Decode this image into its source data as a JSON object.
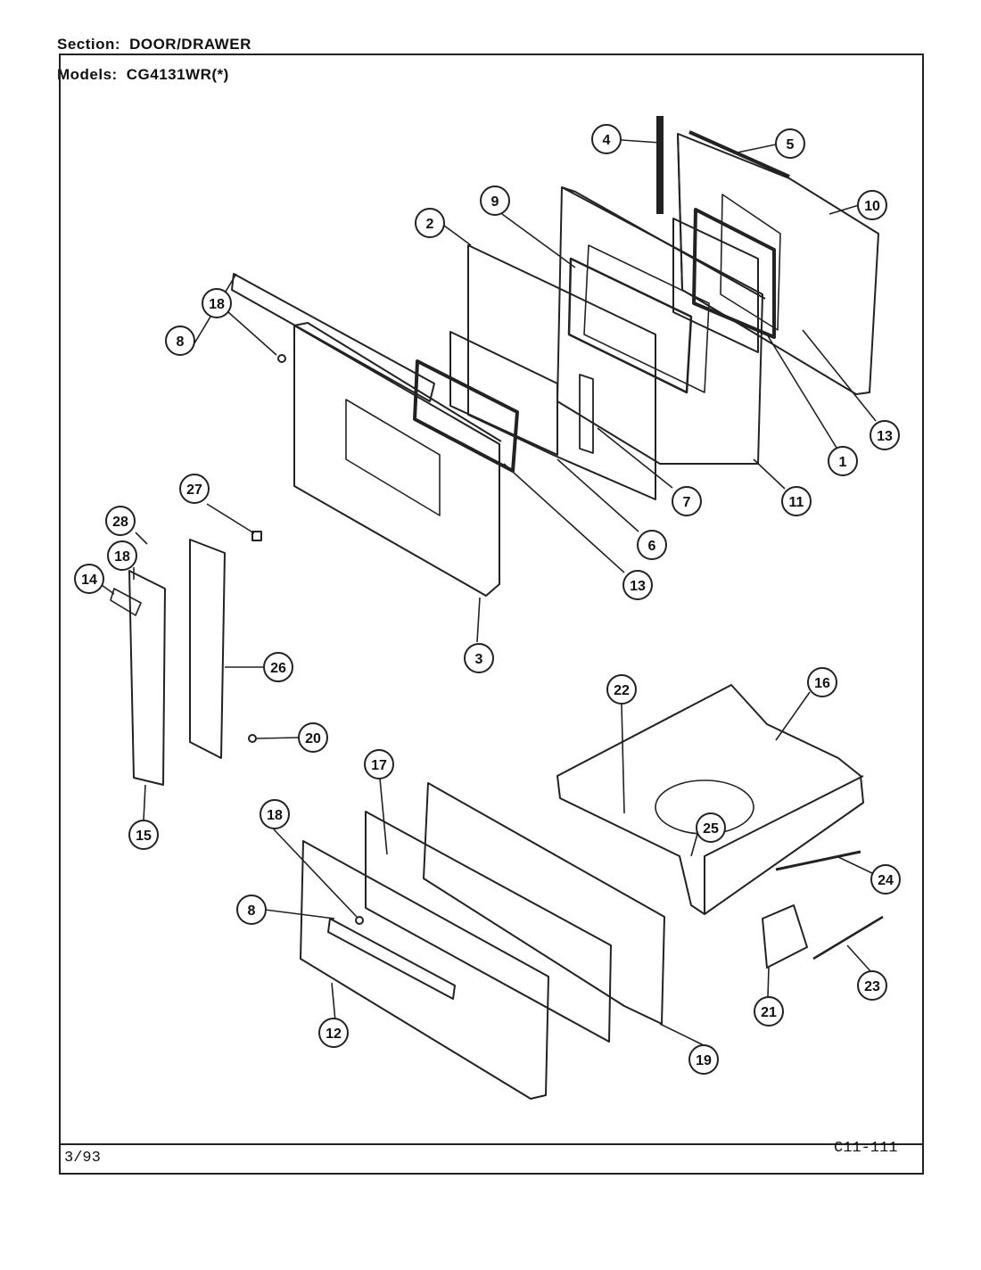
{
  "header": {
    "section_label": "Section:",
    "section_value": "DOOR/DRAWER",
    "models_label": "Models:",
    "models_value": "CG4131WR(*)"
  },
  "footer": {
    "date": "3/93",
    "code": "C11-111"
  },
  "callouts": [
    "1",
    "2",
    "3",
    "4",
    "5",
    "6",
    "7",
    "8",
    "9",
    "10",
    "11",
    "12",
    "13",
    "14",
    "15",
    "16",
    "17",
    "18",
    "19",
    "20",
    "21",
    "22",
    "23",
    "24",
    "25",
    "26",
    "27",
    "28"
  ]
}
